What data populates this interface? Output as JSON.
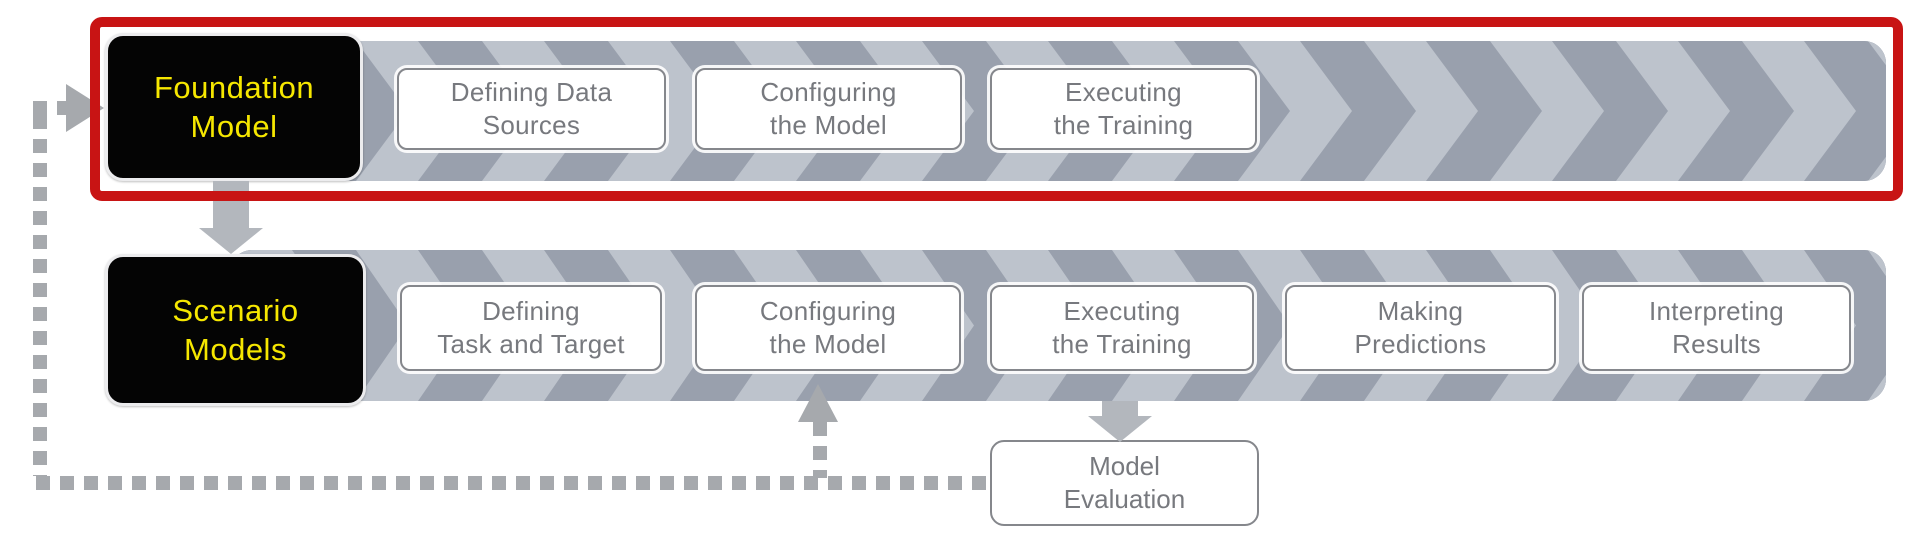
{
  "diagram_title": "model-training-workflow",
  "colors": {
    "band_gray": "#99a0ad",
    "chevron_light": "#bdc3cc",
    "highlight_red": "#c81414",
    "header_box_black": "#040404",
    "header_text_yellow": "#f6e700",
    "step_border_gray": "#85878c",
    "step_text_gray": "#77797e",
    "arrow_gray": "#b3b7bd",
    "dotted_gray": "#a6a9ad"
  },
  "rows": [
    {
      "header": "Foundation\nModel",
      "highlighted": true,
      "steps": [
        {
          "label": "Defining Data\nSources"
        },
        {
          "label": "Configuring\nthe Model"
        },
        {
          "label": "Executing\nthe Training"
        }
      ]
    },
    {
      "header": "Scenario\nModels",
      "highlighted": false,
      "steps": [
        {
          "label": "Defining\nTask and Target"
        },
        {
          "label": "Configuring\nthe Model"
        },
        {
          "label": "Executing\nthe Training"
        },
        {
          "label": "Making\nPredictions"
        },
        {
          "label": "Interpreting\nResults"
        }
      ]
    }
  ],
  "evaluation": {
    "label": "Model\nEvaluation"
  }
}
